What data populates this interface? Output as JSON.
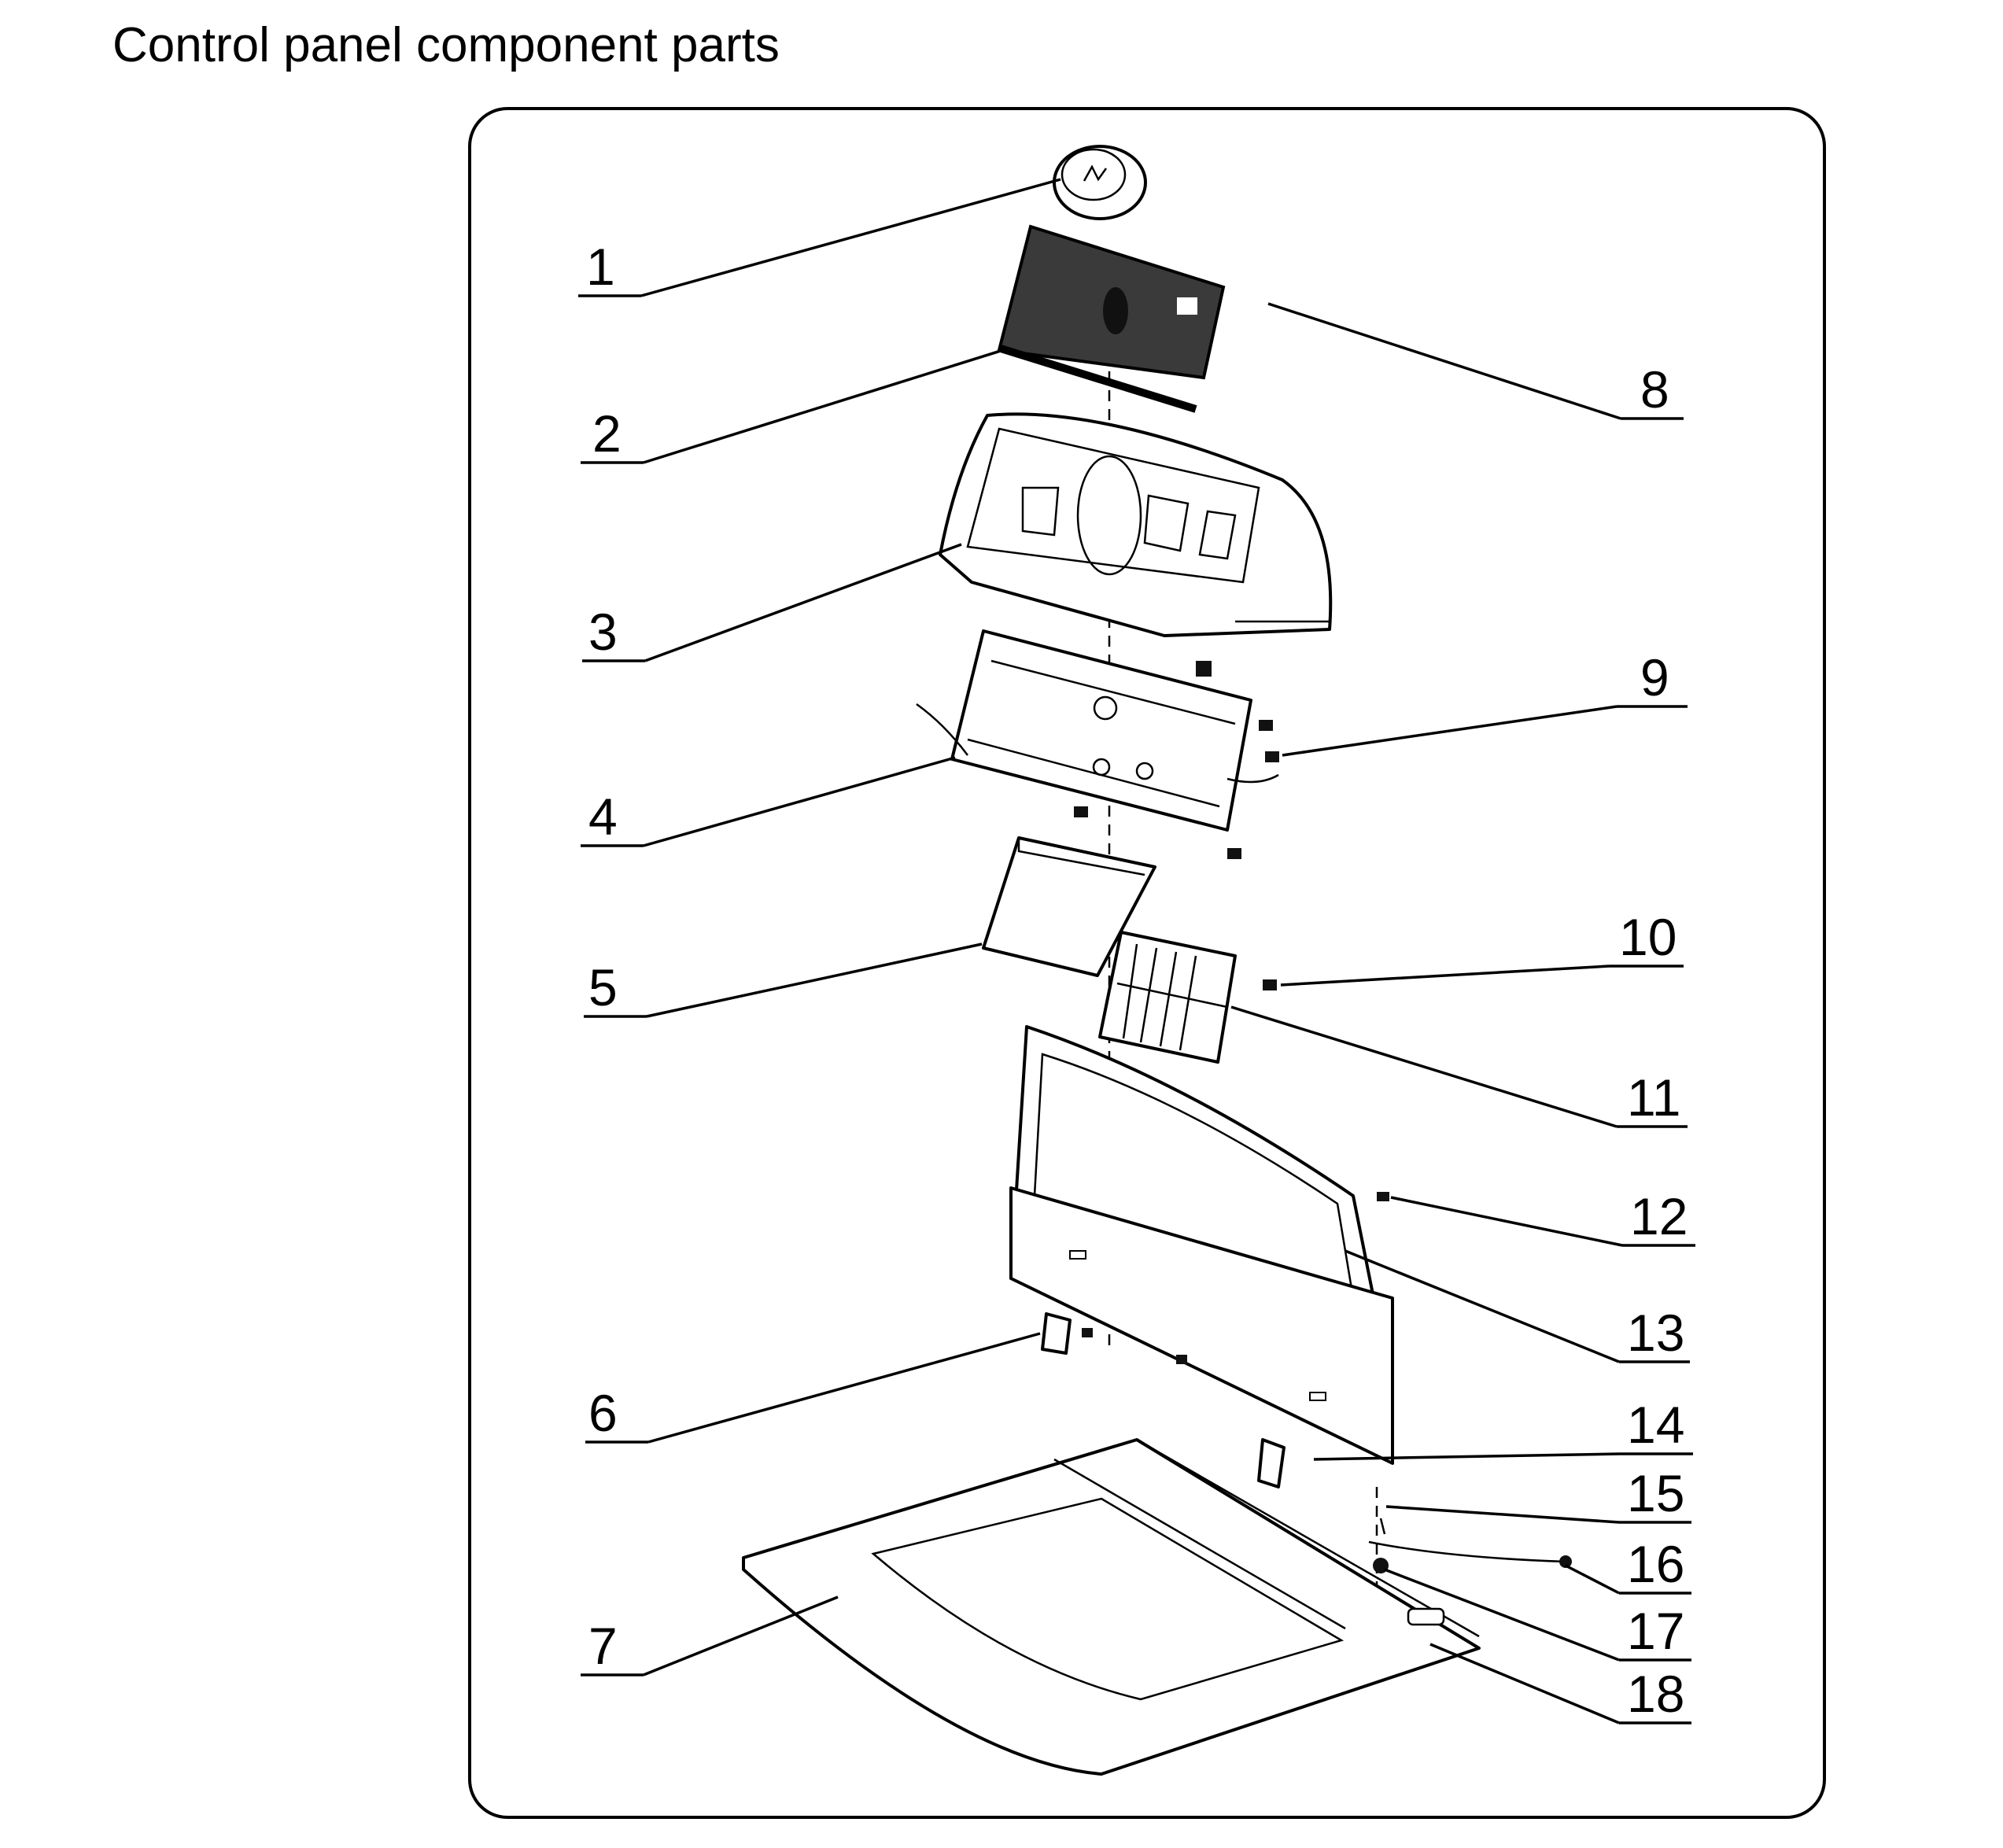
{
  "page": {
    "title": "Control panel component parts"
  },
  "callouts": [
    "1",
    "2",
    "3",
    "4",
    "5",
    "6",
    "7",
    "8",
    "9",
    "10",
    "11",
    "12",
    "13",
    "14",
    "15",
    "16",
    "17",
    "18"
  ]
}
